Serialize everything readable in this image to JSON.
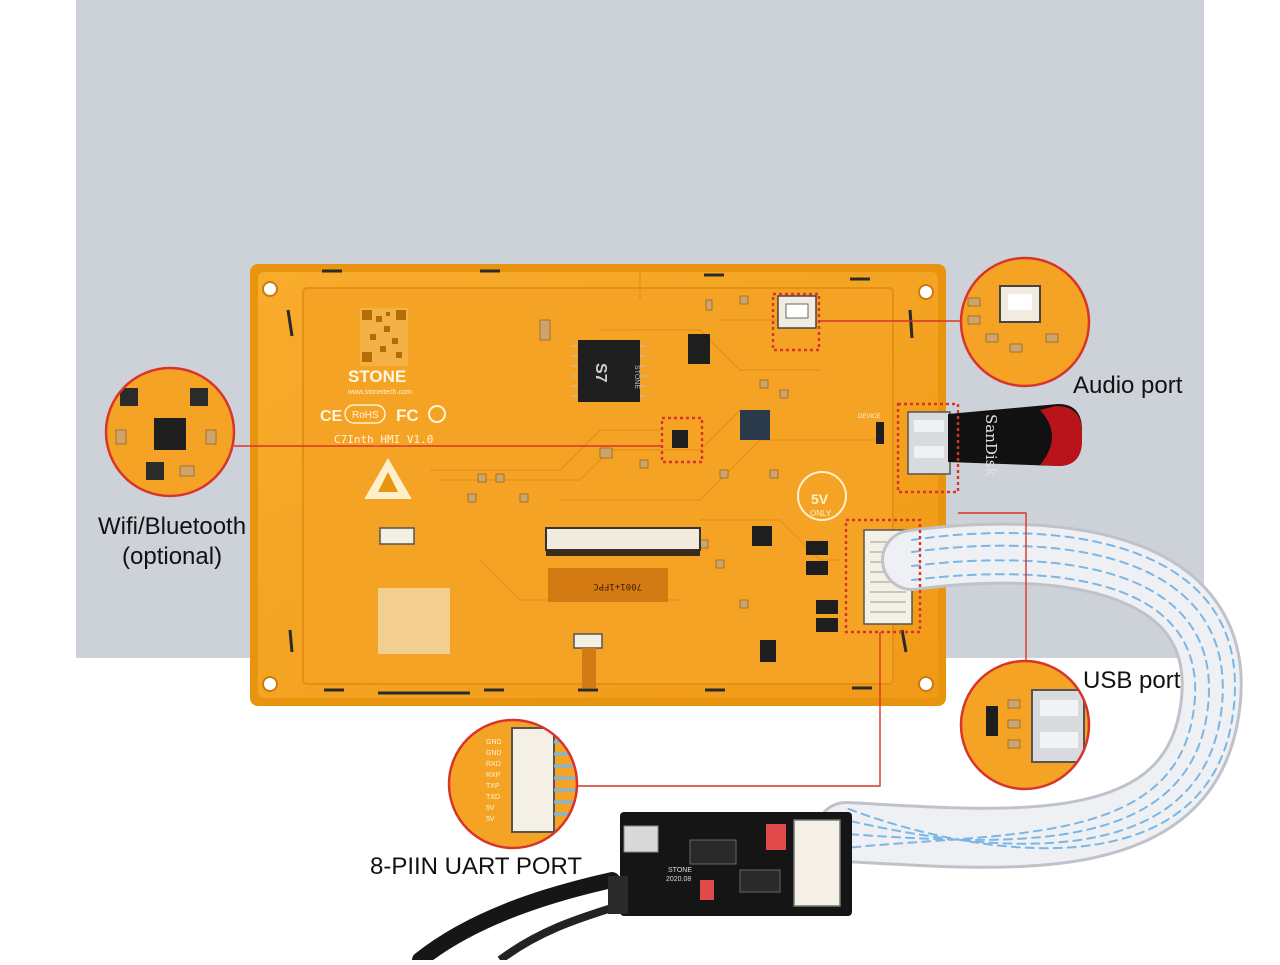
{
  "colors": {
    "backdrop": "#cdd2d9",
    "board": "#f6a21e",
    "board_edge": "#e08a0e",
    "callout_line": "#d9342b",
    "cable_blue": "#7ab6e6"
  },
  "board": {
    "brand": "STONE",
    "website": "www.stoneitech.com",
    "model": "C7Inth_HMI_V1.0",
    "chip_label": "S7",
    "chip_brand": "STONE",
    "cert_ce": "CE",
    "cert_rohs": "RoHS",
    "cert_fc": "FC",
    "power_badge_value": "5V",
    "power_badge_note": "ONLY",
    "fpc_label": "7001+1FPC",
    "usb_switch_label": "DEVICE"
  },
  "usb_stick_brand": "SanDisk",
  "adapter": {
    "brand": "STONE",
    "date": "2020.08"
  },
  "uart_pins": [
    "GND",
    "GND",
    "RXD",
    "RXP",
    "TXP",
    "TXD",
    "5V",
    "5V"
  ],
  "callouts": {
    "audio": "Audio port",
    "wifi_line1": "Wifi/Bluetooth",
    "wifi_line2": "(optional)",
    "usb": "USB port",
    "uart": "8-PIIN UART PORT"
  }
}
